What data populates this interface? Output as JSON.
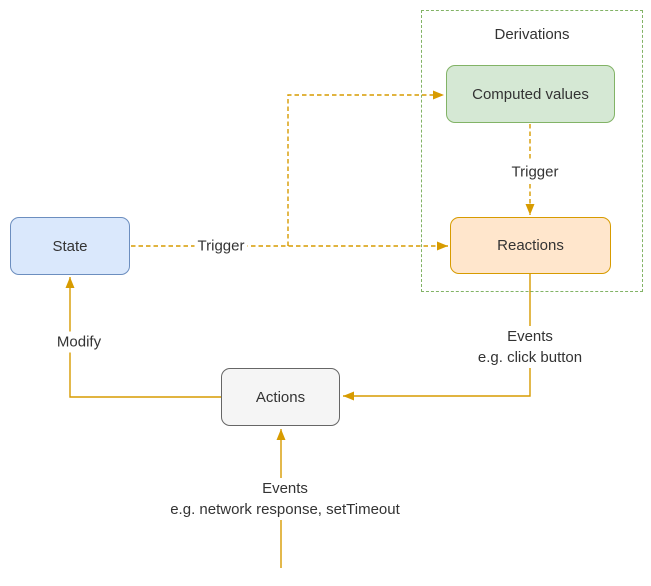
{
  "diagram": {
    "container": {
      "label": "Derivations",
      "stroke": "#82b366"
    },
    "nodes": {
      "state": {
        "label": "State",
        "fill": "#dae8fc",
        "stroke": "#6c8ebf"
      },
      "computed_values": {
        "label": "Computed values",
        "fill": "#d5e8d4",
        "stroke": "#82b366"
      },
      "reactions": {
        "label": "Reactions",
        "fill": "#ffe6cc",
        "stroke": "#d79b00"
      },
      "actions": {
        "label": "Actions",
        "fill": "#f5f5f5",
        "stroke": "#666666"
      }
    },
    "edge_labels": {
      "trigger_state": "Trigger",
      "trigger_computed": "Trigger",
      "modify": "Modify",
      "events_click": {
        "line1": "Events",
        "line2": "e.g. click button"
      },
      "events_network": {
        "line1": "Events",
        "line2": "e.g. network response, setTimeout"
      }
    },
    "colors": {
      "arrow": "#d79b00",
      "background": "#ffffff",
      "text": "#333333"
    }
  }
}
